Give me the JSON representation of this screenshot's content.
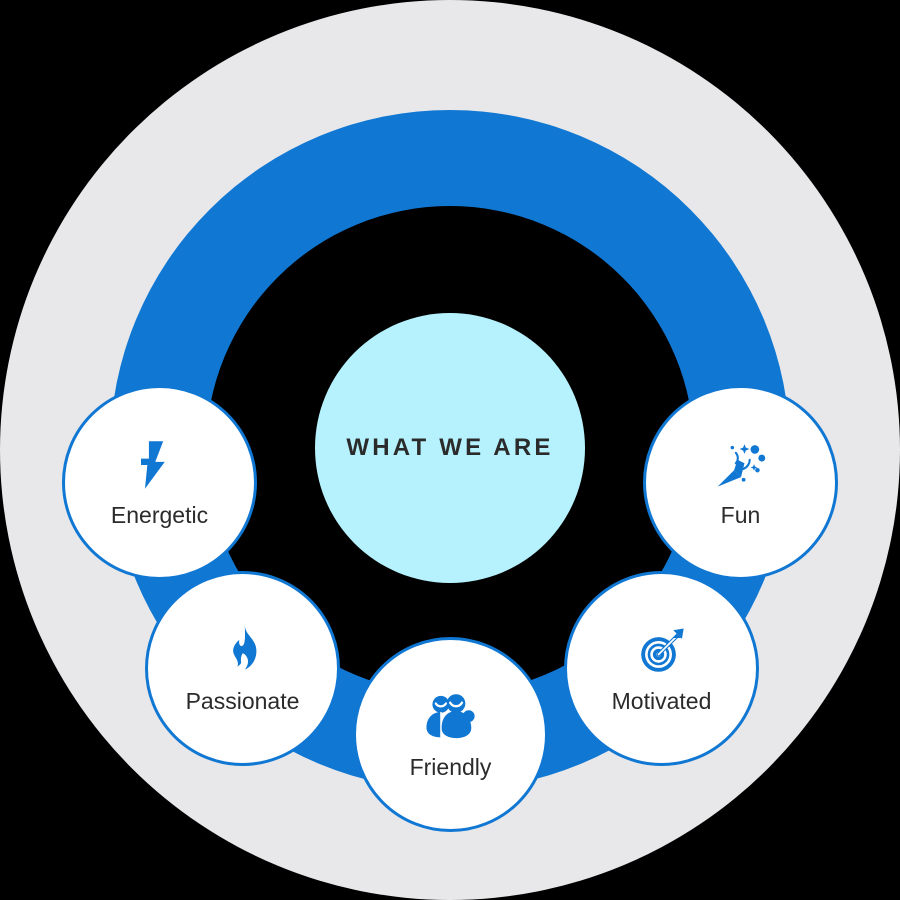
{
  "diagram": {
    "title": "What We Are values wheel",
    "center": {
      "label": "WHAT WE ARE",
      "background_color": "#b5f2fe",
      "text_color": "#2b2b2b"
    },
    "ring": {
      "color": "#1077d3",
      "outer_disc_color": "#e8e8ea",
      "background_color": "#000000"
    },
    "nodes": [
      {
        "id": "energetic",
        "label": "Energetic",
        "icon": "lightning-bolt-icon",
        "icon_color": "#1077d3",
        "position": "left"
      },
      {
        "id": "fun",
        "label": "Fun",
        "icon": "party-popper-icon",
        "icon_color": "#1077d3",
        "position": "right"
      },
      {
        "id": "passionate",
        "label": "Passionate",
        "icon": "flame-icon",
        "icon_color": "#1077d3",
        "position": "bottom-left"
      },
      {
        "id": "motivated",
        "label": "Motivated",
        "icon": "target-arrow-icon",
        "icon_color": "#1077d3",
        "position": "bottom-right"
      },
      {
        "id": "friendly",
        "label": "Friendly",
        "icon": "people-group-icon",
        "icon_color": "#1077d3",
        "position": "bottom"
      }
    ]
  }
}
